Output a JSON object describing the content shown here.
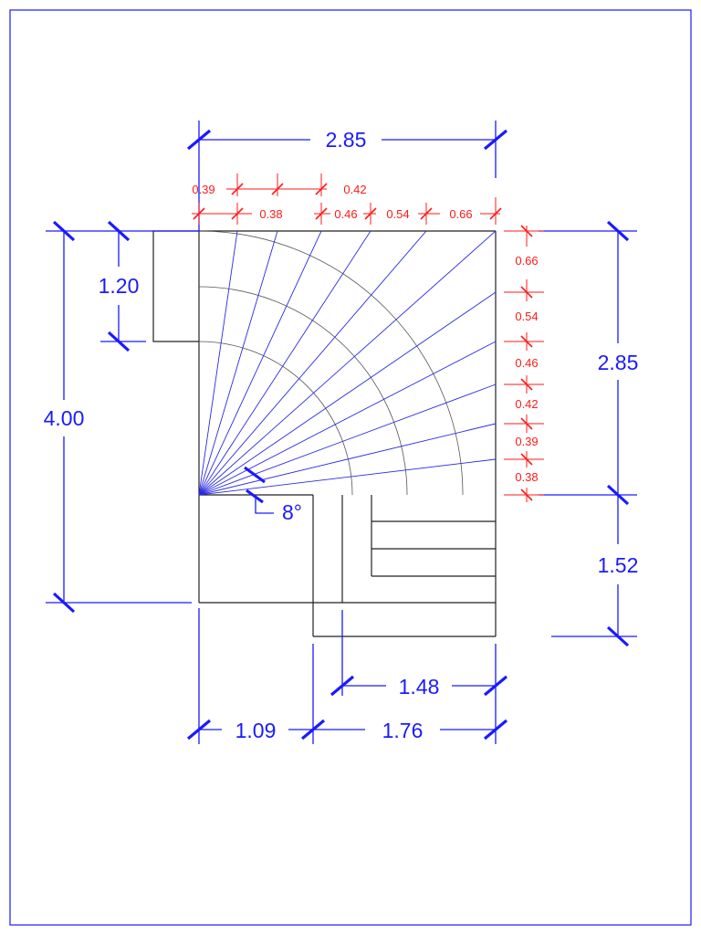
{
  "drawing": {
    "colors": {
      "geometry": "#222222",
      "main_dimension": "#1a1aff",
      "tread_dimension": "#ff1a1a",
      "sheet_border": "#1a1aff"
    },
    "dimensions": {
      "top_overall": "2.85",
      "left_overall": "4.00",
      "left_upper_offset": "1.20",
      "right_upper": "2.85",
      "right_lower": "1.52",
      "bottom_inner": "1.48",
      "bottom_left": "1.09",
      "bottom_right": "1.76",
      "angle": "8°"
    },
    "tread_widths_top_row1": [
      "0.39",
      "0.42"
    ],
    "tread_widths_top_row2": [
      "0.38",
      "0.46",
      "0.54",
      "0.66"
    ],
    "tread_widths_right": [
      "0.66",
      "0.54",
      "0.46",
      "0.42",
      "0.39",
      "0.38"
    ]
  }
}
